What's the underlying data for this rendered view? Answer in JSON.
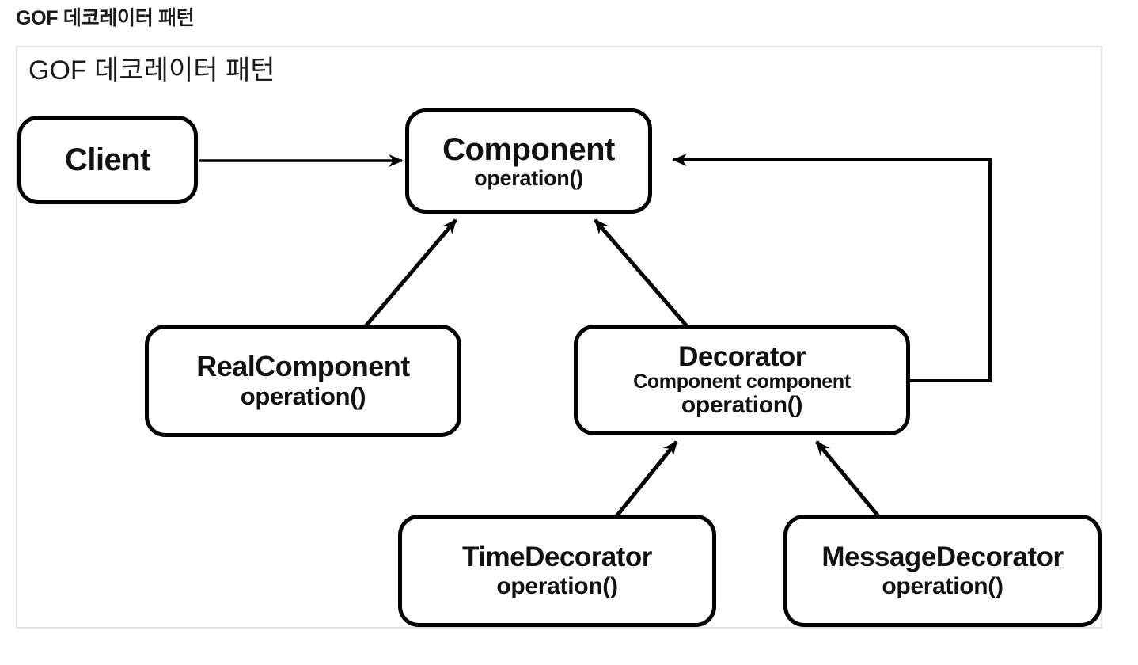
{
  "page": {
    "heading": "GOF 데코레이터 패턴"
  },
  "diagram": {
    "title": "GOF 데코레이터 패턴",
    "type": "uml-class-diagram",
    "frame_border_color": "#e3e3e3",
    "line_color": "#000000",
    "box_fill": "#ffffff",
    "classes": [
      {
        "id": "client",
        "name": "Client",
        "attribute": "",
        "operation": ""
      },
      {
        "id": "component",
        "name": "Component",
        "attribute": "",
        "operation": "operation()"
      },
      {
        "id": "realcomponent",
        "name": "RealComponent",
        "attribute": "",
        "operation": "operation()"
      },
      {
        "id": "decorator",
        "name": "Decorator",
        "attribute": "Component component",
        "operation": "operation()"
      },
      {
        "id": "timedecorator",
        "name": "TimeDecorator",
        "attribute": "",
        "operation": "operation()"
      },
      {
        "id": "messagedecorator",
        "name": "MessageDecorator",
        "attribute": "",
        "operation": "operation()"
      }
    ],
    "relations": [
      {
        "id": "client-uses-component",
        "from": "client",
        "to": "component",
        "kind": "dependency"
      },
      {
        "id": "realcomponent-implements-component",
        "from": "realcomponent",
        "to": "component",
        "kind": "generalization"
      },
      {
        "id": "decorator-implements-component",
        "from": "decorator",
        "to": "component",
        "kind": "generalization"
      },
      {
        "id": "timedecorator-extends-decorator",
        "from": "timedecorator",
        "to": "decorator",
        "kind": "generalization"
      },
      {
        "id": "messagedecorator-extends-decorator",
        "from": "messagedecorator",
        "to": "decorator",
        "kind": "generalization"
      },
      {
        "id": "decorator-holds-component",
        "from": "decorator",
        "to": "component",
        "kind": "association"
      }
    ]
  }
}
